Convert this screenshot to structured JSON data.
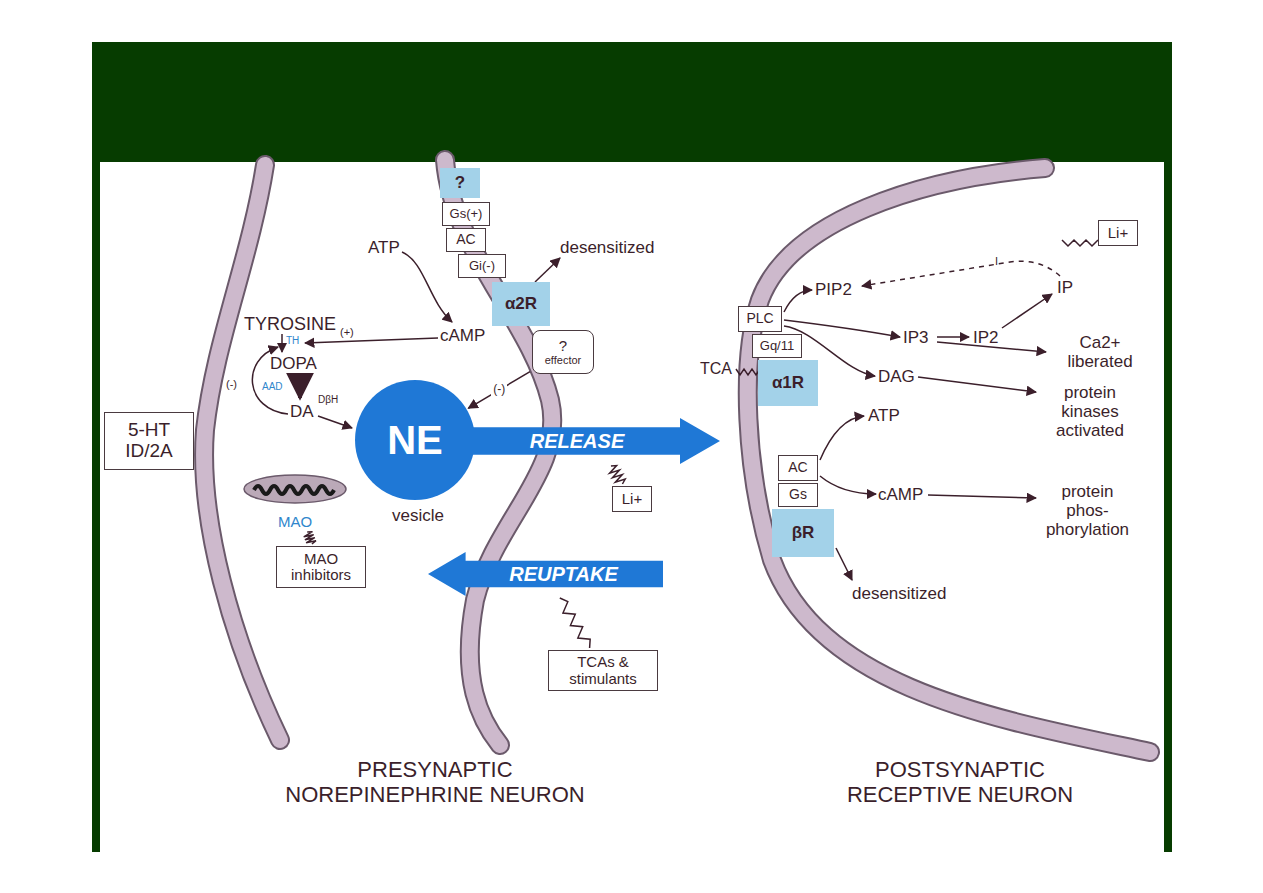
{
  "diagram": {
    "nodes": [
      {
        "text": [
          "?"
        ]
      },
      {
        "text": [
          "Gs(+)"
        ]
      },
      {
        "text": [
          "AC"
        ]
      },
      {
        "text": [
          "Gi(-)"
        ]
      },
      {
        "text": [
          "α2R"
        ]
      },
      {
        "text": [
          "?",
          "effector"
        ]
      },
      {
        "text": [
          "5-HT ID/2A"
        ]
      },
      {
        "text": [
          "NE"
        ]
      },
      {
        "text": [
          "RELEASE"
        ]
      },
      {
        "text": [
          "Li+"
        ]
      },
      {
        "text": [
          "MAO"
        ]
      },
      {
        "text": [
          "MAO inhibitors"
        ]
      },
      {
        "text": [
          "REUPTAKE"
        ]
      },
      {
        "text": [
          "TCAs & stimulants"
        ]
      },
      {
        "text": [
          "Li+"
        ]
      },
      {
        "text": [
          "PLC"
        ]
      },
      {
        "text": [
          "Gq/11"
        ]
      },
      {
        "text": [
          "α1R"
        ]
      },
      {
        "text": [
          "AC"
        ]
      },
      {
        "text": [
          "Gs"
        ]
      },
      {
        "text": [
          "βR"
        ]
      }
    ],
    "edges": [
      {
        "from": 5,
        "to": 7,
        "label": "(-)",
        "arrow": "to"
      },
      {
        "from": 11,
        "to": 10,
        "arrow": "none"
      },
      {
        "from": 9,
        "to": 8,
        "arrow": "none"
      },
      {
        "from": 13,
        "to": 12,
        "arrow": "none"
      }
    ],
    "labels": [
      "ATP",
      "cAMP",
      "desensitized",
      "TYROSINE",
      "TH",
      "(+)",
      "DOPA",
      "(-)",
      "AAD",
      "DA",
      "DβH",
      "vesicle",
      "PIP2",
      "IP3",
      "IP2",
      "IP",
      "Ca2+ liberated",
      "DAG",
      "protein kinases activated",
      "TCA",
      "ATP",
      "cAMP",
      "protein phos- phorylation",
      "desensitized",
      "PRESYNAPTIC NOREPINEPHRINE NEURON",
      "POSTSYNAPTIC RECEPTIVE NEURON",
      "I"
    ]
  }
}
